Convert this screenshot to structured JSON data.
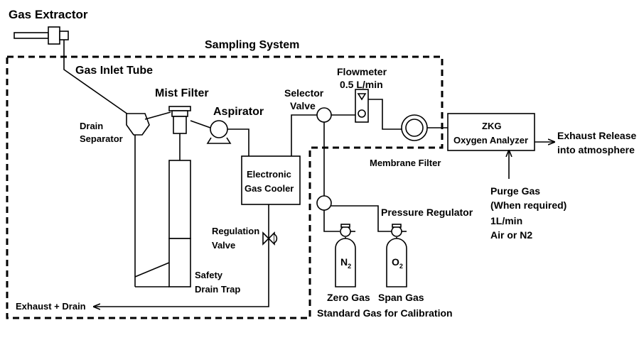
{
  "labels": {
    "gas_extractor": "Gas Extractor",
    "sampling_system": "Sampling System",
    "gas_inlet_tube": "Gas Inlet Tube",
    "mist_filter": "Mist Filter",
    "drain_separator_1": "Drain",
    "drain_separator_2": "Separator",
    "aspirator": "Aspirator",
    "selector_valve_1": "Selector",
    "selector_valve_2": "Valve",
    "flowmeter_1": "Flowmeter",
    "flowmeter_2": "0.5 L/min",
    "electronic_cooler_1": "Electronic",
    "electronic_cooler_2": "Gas Cooler",
    "membrane_filter": "Membrane Filter",
    "analyzer_1": "ZKG",
    "analyzer_2": "Oxygen Analyzer",
    "exhaust_release_1": "Exhaust Release",
    "exhaust_release_2": "into atmosphere",
    "purge_gas_1": "Purge Gas",
    "purge_gas_2": "(When required)",
    "purge_gas_3": "1L/min",
    "purge_gas_4": "Air or N2",
    "pressure_regulator": "Pressure Regulator",
    "regulation_valve_1": "Regulation",
    "regulation_valve_2": "Valve",
    "safety_trap_1": "Safety",
    "safety_trap_2": "Drain Trap",
    "exhaust_drain": "Exhaust + Drain",
    "cyl_n2": "N",
    "cyl_n2_sub": "2",
    "cyl_o2": "O",
    "cyl_o2_sub": "2",
    "zero_gas": "Zero Gas",
    "span_gas": "Span Gas",
    "standard_gas": "Standard Gas for Calibration"
  }
}
